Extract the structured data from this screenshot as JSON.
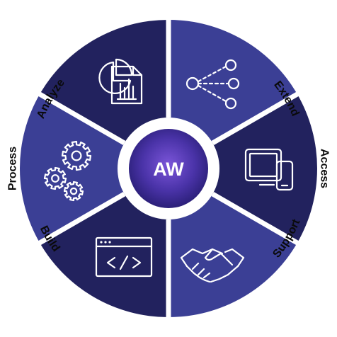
{
  "diagram": {
    "center_logo_text": "AW",
    "colors": {
      "segment_light": "#3b3f95",
      "segment_dark": "#22225e",
      "center_glow": "#6a4fc8",
      "center_core": "#2a1f78",
      "ring_white": "#ffffff",
      "label_text": "#0a0a0a"
    },
    "segments": [
      {
        "label": "Extend",
        "icon": "share-nodes-icon"
      },
      {
        "label": "Access",
        "icon": "devices-icon"
      },
      {
        "label": "Support",
        "icon": "handshake-icon"
      },
      {
        "label": "Build",
        "icon": "code-window-icon"
      },
      {
        "label": "Process",
        "icon": "gears-icon"
      },
      {
        "label": "Analyze",
        "icon": "report-chart-icon"
      }
    ]
  }
}
